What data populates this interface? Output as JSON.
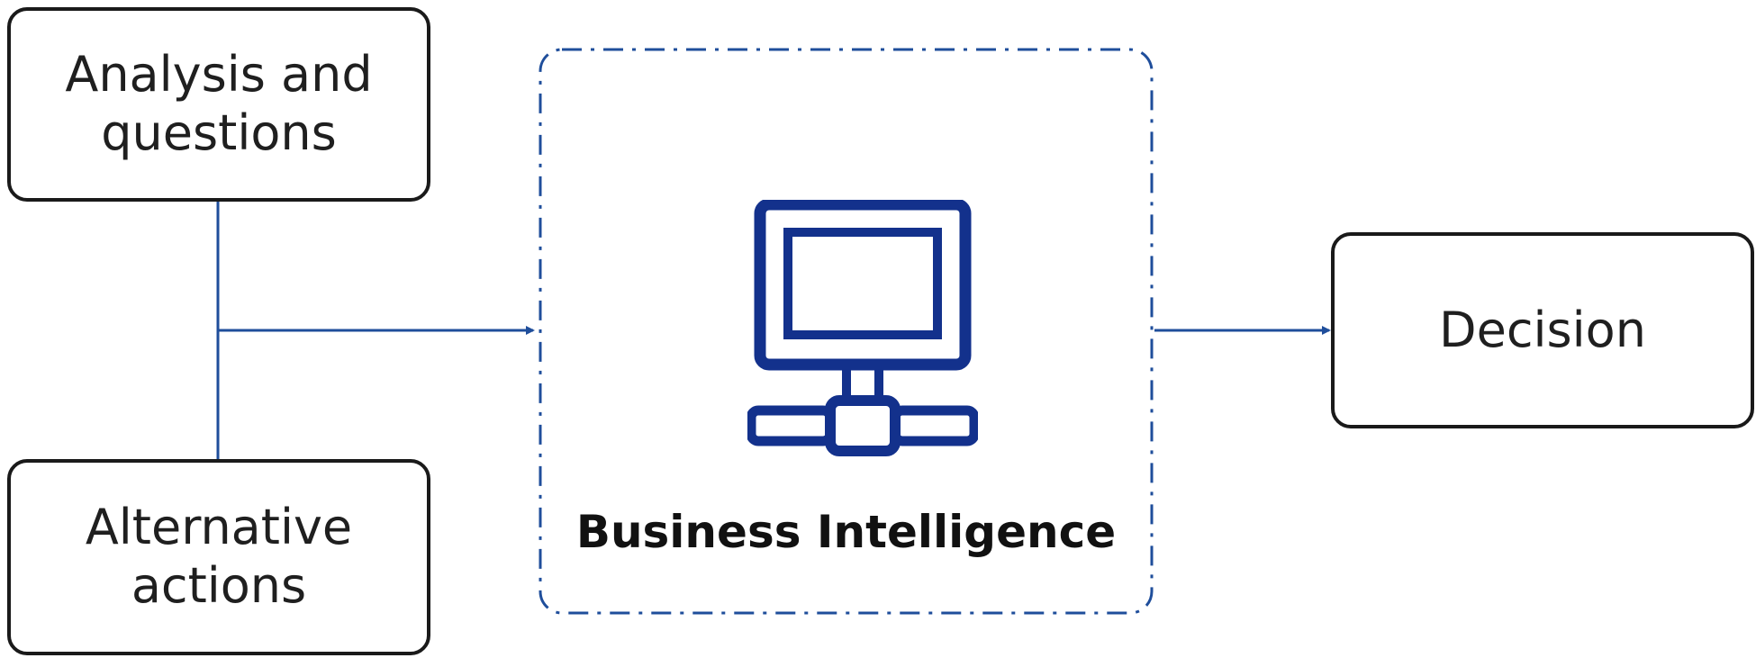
{
  "nodes": {
    "analysis": "Analysis and questions",
    "alternatives": "Alternative actions",
    "decision": "Decision"
  },
  "center": {
    "label": "Business Intelligence",
    "icon": "computer-network-icon"
  },
  "colors": {
    "accent": "#1f4e9b",
    "icon": "#13318c",
    "border": "#1a1a1a"
  }
}
